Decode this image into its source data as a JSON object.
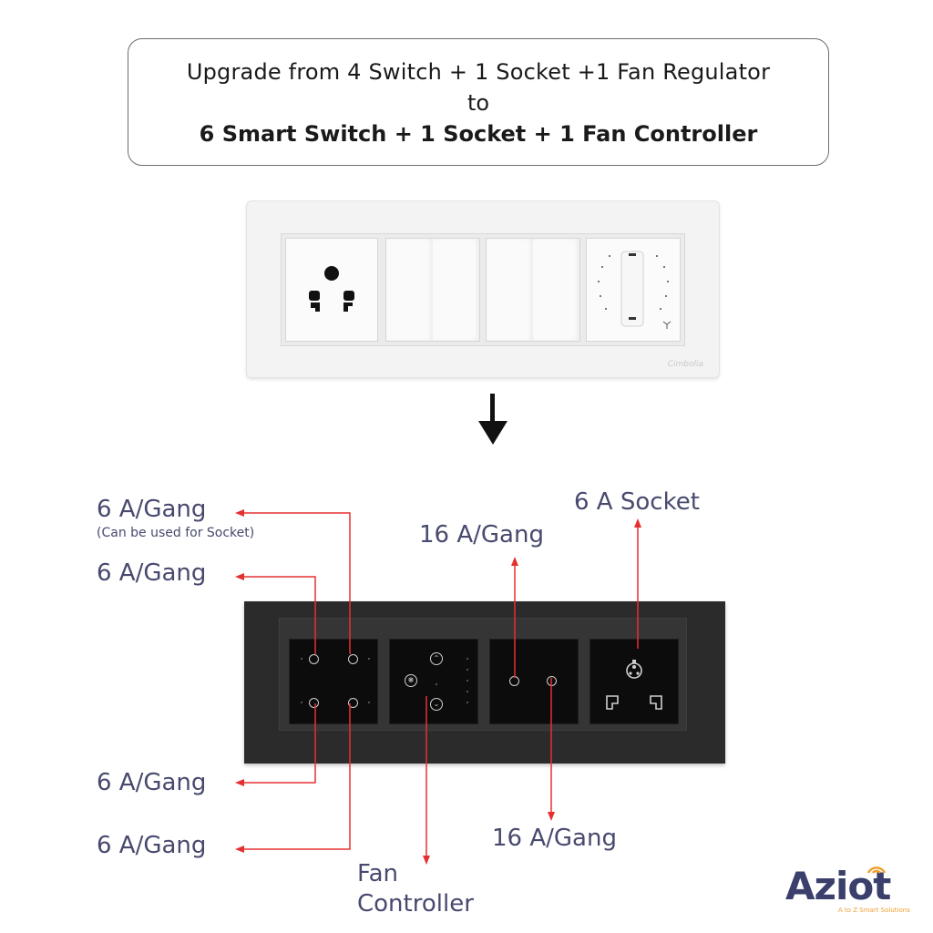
{
  "header": {
    "line1": "Upgrade from 4 Switch + 1 Socket +1 Fan Regulator",
    "line2": "to",
    "line3": "6 Smart Switch + 1 Socket + 1 Fan Controller"
  },
  "old_plate": {
    "brand": "Cimbolia"
  },
  "labels": {
    "top_left_1": "6 A/Gang",
    "top_left_1_note": "(Can be used for Socket)",
    "top_left_2": "6 A/Gang",
    "bottom_left_1": "6 A/Gang",
    "bottom_left_2": "6 A/Gang",
    "fan_line1": "Fan",
    "fan_line2": "Controller",
    "mid_top": "16 A/Gang",
    "mid_bottom": "16 A/Gang",
    "socket": "6 A Socket"
  },
  "logo": {
    "name": "Aziot",
    "tagline": "A to Z Smart Solutions"
  },
  "colors": {
    "label": "#474a6e",
    "callout": "#e53030",
    "plate_dark": "#2b2b2b",
    "logo_accent": "#f0a030"
  }
}
